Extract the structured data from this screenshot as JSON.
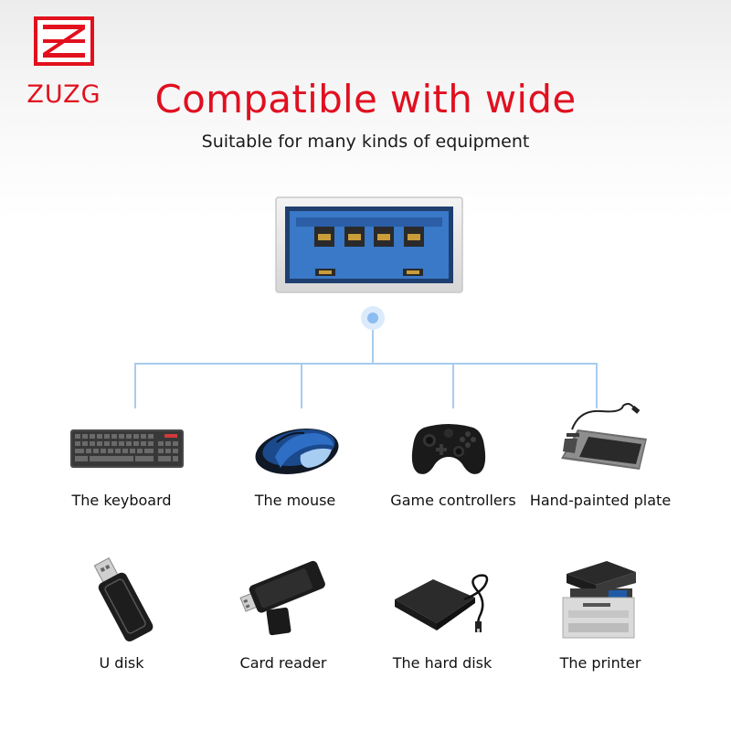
{
  "brand": {
    "name": "ZUZG",
    "color": "#e2101d"
  },
  "headline": {
    "title": "Compatible with wide",
    "subtitle": "Suitable for many kinds of equipment"
  },
  "connector": {
    "type": "usb-a-port",
    "accent_color": "#3a78c8",
    "tree_color": "#a8ccee"
  },
  "devices": [
    {
      "label": "The keyboard",
      "icon": "keyboard-icon"
    },
    {
      "label": "The mouse",
      "icon": "mouse-icon"
    },
    {
      "label": "Game controllers",
      "icon": "game-controller-icon"
    },
    {
      "label": "Hand-painted plate",
      "icon": "drawing-tablet-icon"
    },
    {
      "label": "U disk",
      "icon": "usb-drive-icon"
    },
    {
      "label": "Card reader",
      "icon": "card-reader-icon"
    },
    {
      "label": "The hard disk",
      "icon": "hard-disk-icon"
    },
    {
      "label": "The printer",
      "icon": "printer-icon"
    }
  ]
}
